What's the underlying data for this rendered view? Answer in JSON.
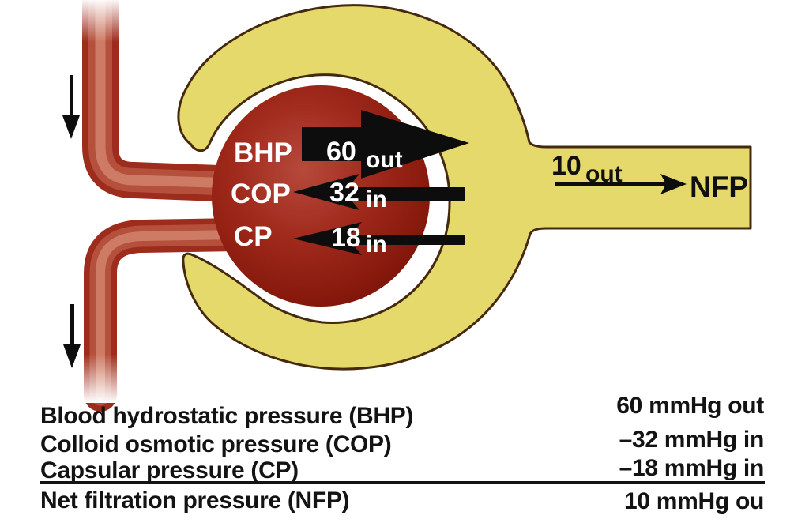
{
  "diagram": {
    "pressures": [
      {
        "abbr": "BHP",
        "value": "60",
        "direction": "out"
      },
      {
        "abbr": "COP",
        "value": "32",
        "direction": "in"
      },
      {
        "abbr": "CP",
        "value": "18",
        "direction": "in"
      }
    ],
    "net": {
      "value": "10",
      "direction": "out",
      "label": "NFP"
    }
  },
  "legend": {
    "rows": [
      {
        "label": "Blood hydrostatic pressure (BHP)",
        "value": "60 mmHg out"
      },
      {
        "label": "Colloid osmotic pressure (COP)",
        "value": "–32 mmHg in"
      },
      {
        "label": "Capsular pressure (CP)",
        "value": "–18 mmHg in"
      },
      {
        "label": "Net filtration pressure (NFP)",
        "value": "10 mmHg ou"
      }
    ]
  },
  "colors": {
    "background": "#ffffff",
    "capsule_yellow": "#e5d96b",
    "capsule_outline": "#44290f",
    "glomerulus_center": "#b44739",
    "glomerulus_edge": "#7c1206",
    "vessel_red": "#9e2c1c",
    "vessel_mid": "#b5503c",
    "vessel_highlight": "#cd7b64",
    "arrow_black": "#0d0d0d",
    "label_white": "#ffffff",
    "text_black": "#131313"
  }
}
